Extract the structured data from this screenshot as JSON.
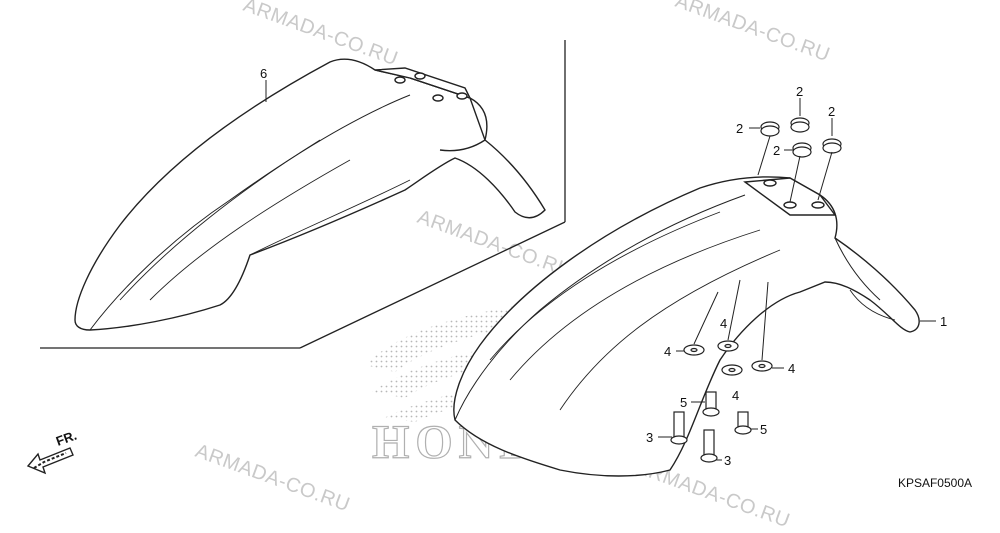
{
  "watermark": "ARMADA-CO.RU",
  "diagram_code": "KPSAF0500A",
  "direction_label": "FR.",
  "brand_text": "HONDA",
  "callouts": {
    "c1": "1",
    "c2a": "2",
    "c2b": "2",
    "c2c": "2",
    "c2d": "2",
    "c3a": "3",
    "c3b": "3",
    "c4a": "4",
    "c4b": "4",
    "c4c": "4",
    "c4d": "4",
    "c5a": "5",
    "c5b": "5",
    "c6": "6"
  }
}
